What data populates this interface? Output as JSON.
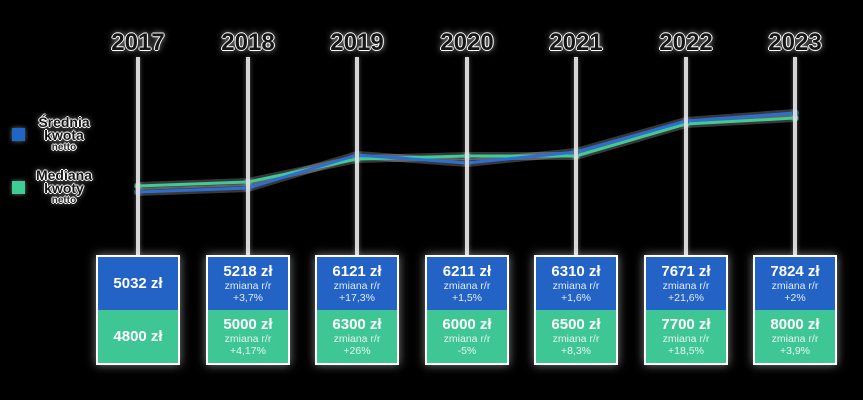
{
  "legend": {
    "items": [
      {
        "line1": "Średnia",
        "line2": "kwota",
        "sub": "netto",
        "swatch": "#1e67c6"
      },
      {
        "line1": "Mediana",
        "line2": "kwoty",
        "sub": "netto",
        "swatch": "#3fcd96"
      }
    ]
  },
  "columns": [
    {
      "year": "2017",
      "avg": {
        "value": "5032 zł"
      },
      "median": {
        "value": "4800 zł"
      }
    },
    {
      "year": "2018",
      "avg": {
        "value": "5218 zł",
        "change_label": "zmiana r/r",
        "change": "+3,7%"
      },
      "median": {
        "value": "5000 zł",
        "change_label": "zmiana r/r",
        "change": "+4,17%"
      }
    },
    {
      "year": "2019",
      "avg": {
        "value": "6121 zł",
        "change_label": "zmiana r/r",
        "change": "+17,3%"
      },
      "median": {
        "value": "6300 zł",
        "change_label": "zmiana r/r",
        "change": "+26%"
      }
    },
    {
      "year": "2020",
      "avg": {
        "value": "6211 zł",
        "change_label": "zmiana r/r",
        "change": "+1,5%"
      },
      "median": {
        "value": "6000 zł",
        "change_label": "zmiana r/r",
        "change": "-5%"
      }
    },
    {
      "year": "2021",
      "avg": {
        "value": "6310 zł",
        "change_label": "zmiana r/r",
        "change": "+1,6%"
      },
      "median": {
        "value": "6500 zł",
        "change_label": "zmiana r/r",
        "change": "+8,3%"
      }
    },
    {
      "year": "2022",
      "avg": {
        "value": "7671 zł",
        "change_label": "zmiana r/r",
        "change": "+21,6%"
      },
      "median": {
        "value": "7700 zł",
        "change_label": "zmiana r/r",
        "change": "+18,5%"
      }
    },
    {
      "year": "2023",
      "avg": {
        "value": "7824 zł",
        "change_label": "zmiana r/r",
        "change": "+2%"
      },
      "median": {
        "value": "8000 zł",
        "change_label": "zmiana r/r",
        "change": "+3,9%"
      }
    }
  ],
  "colors": {
    "average_line": "#2b6fd4",
    "average_marker": "#1b55b0",
    "median_line": "#3ecb97",
    "median_marker": "#2db584",
    "average_box": "#2263c5",
    "median_box": "#3ec795",
    "axis_line": "#e2e2e2"
  },
  "chart_data": {
    "type": "line",
    "x": [
      "2017",
      "2018",
      "2019",
      "2020",
      "2021",
      "2022",
      "2023"
    ],
    "unit": "zł",
    "series": [
      {
        "name": "Średnia kwota netto",
        "color": "#2263c5",
        "values": [
          5032,
          5218,
          6121,
          6211,
          6310,
          7671,
          7824
        ],
        "changes_yoy": [
          null,
          "+3,7%",
          "+17,3%",
          "+1,5%",
          "+1,6%",
          "+21,6%",
          "+2%"
        ]
      },
      {
        "name": "Mediana kwoty netto",
        "color": "#3ec795",
        "values": [
          4800,
          5000,
          6300,
          6000,
          6500,
          7700,
          8000
        ],
        "changes_yoy": [
          null,
          "+4,17%",
          "+26%",
          "-5%",
          "+8,3%",
          "+18,5%",
          "+3,9%"
        ]
      }
    ],
    "legend_position": "left",
    "grid": "off",
    "notes": "value cards under each year: top blue = average, bottom green = median"
  }
}
